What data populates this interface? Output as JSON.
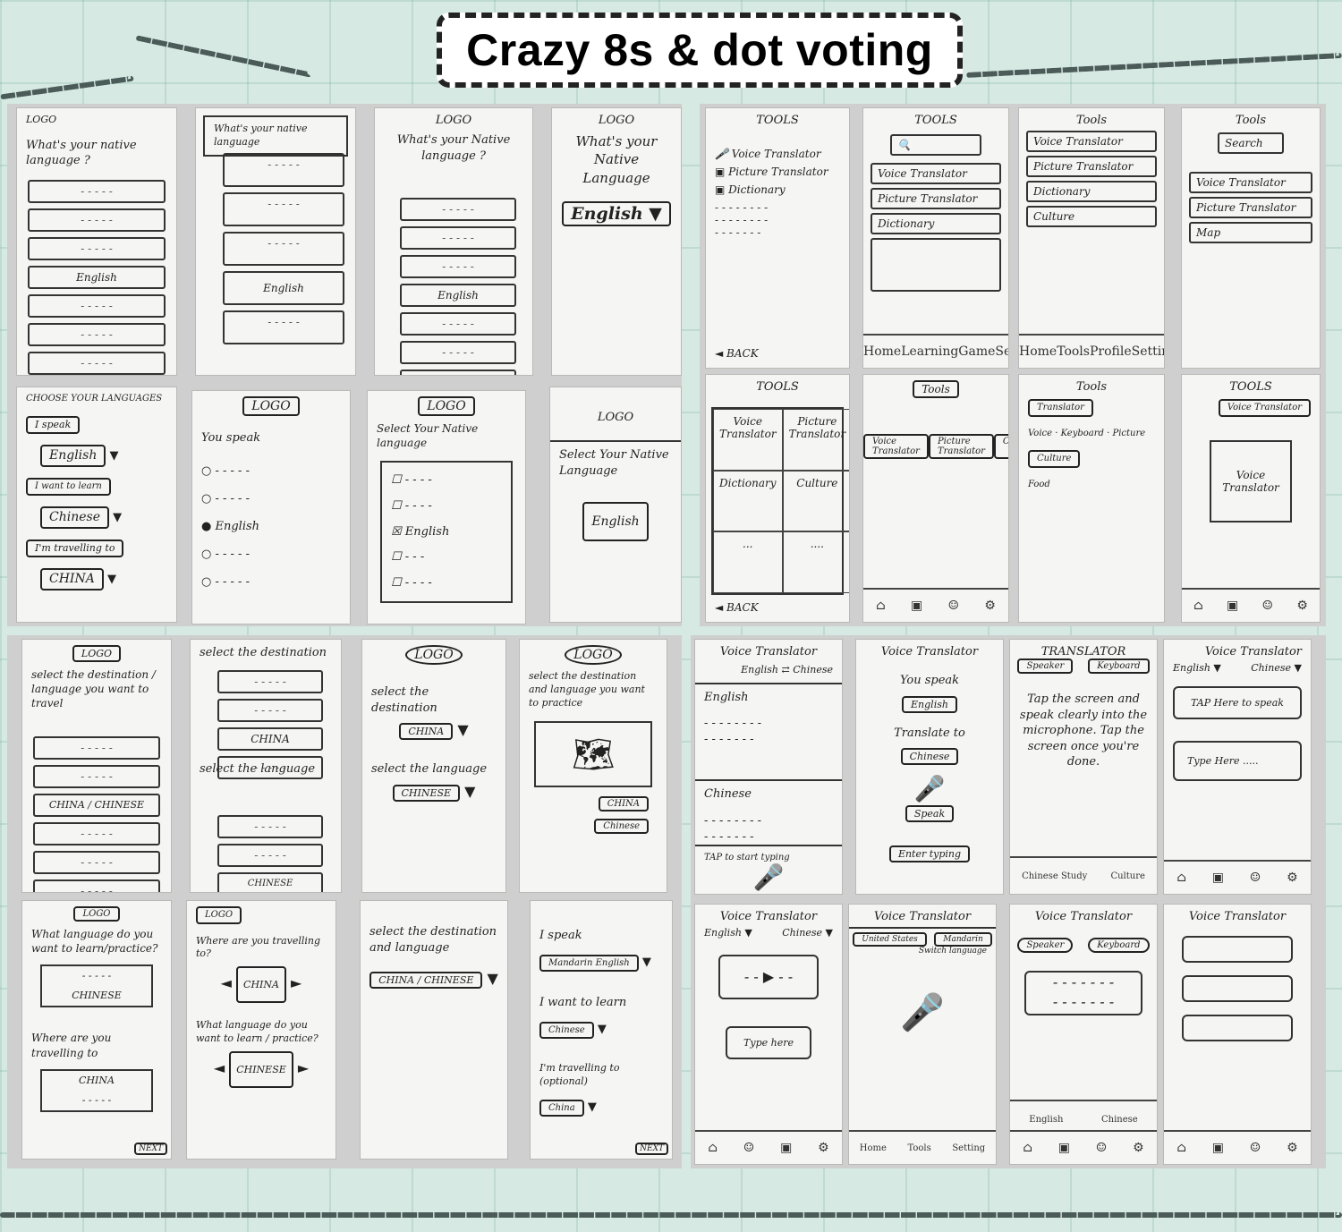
{
  "title": "Crazy 8s & dot voting",
  "quadrants": {
    "q1": {
      "cards": [
        {
          "header": "LOGO",
          "text": "What's your native language ?",
          "highlight": "English"
        },
        {
          "header": "What's your native language",
          "highlight": "English"
        },
        {
          "header": "LOGO",
          "text": "What's your Native language ?",
          "highlight": "English"
        },
        {
          "header": "LOGO",
          "text": "What's your Native Language",
          "select": "English ▼"
        },
        {
          "header": "CHOOSE YOUR LANGUAGES",
          "l1": "I speak",
          "v1": "English",
          "l2": "I want to learn",
          "v2": "Chinese",
          "l3": "I'm travelling to",
          "v3": "CHINA"
        },
        {
          "header": "LOGO",
          "text": "You speak",
          "highlight": "English"
        },
        {
          "header": "LOGO",
          "text": "Select Your Native language",
          "highlight": "English"
        },
        {
          "header": "LOGO",
          "text": "Select Your Native Language",
          "highlight": "English"
        }
      ]
    },
    "q2": {
      "cards": [
        {
          "header": "TOOLS",
          "items": [
            "Voice Translator",
            "Picture Translator",
            "Dictionary"
          ],
          "footer": "◄ BACK"
        },
        {
          "header": "TOOLS",
          "items": [
            "Voice Translator",
            "Picture Translator",
            "Dictionary"
          ],
          "tabs": [
            "Home",
            "Learning",
            "Game",
            "Setting"
          ]
        },
        {
          "header": "Tools",
          "items": [
            "Voice Translator",
            "Picture Translator",
            "Dictionary",
            "Culture"
          ],
          "tabs": [
            "Home",
            "Tools",
            "Profile",
            "Setting"
          ]
        },
        {
          "header": "Tools",
          "search": "Search",
          "items": [
            "Voice Translator",
            "Picture Translator",
            "Map"
          ]
        },
        {
          "header": "TOOLS",
          "cells": [
            "Voice Translator",
            "Picture Translator",
            "Dictionary",
            "Culture",
            "...",
            "...."
          ],
          "footer": "◄ BACK"
        },
        {
          "header": "Tools",
          "items": [
            "Voice Translator",
            "Picture Translator",
            "Culture"
          ]
        },
        {
          "header": "Tools",
          "items": [
            "Translator",
            "Voice",
            "Keyboard",
            "Picture",
            "Culture",
            "Food"
          ]
        },
        {
          "header": "TOOLS",
          "search": "Voice Translator",
          "center": "Voice Translator"
        }
      ]
    },
    "q3": {
      "cards": [
        {
          "header": "LOGO",
          "text": "select the destination / language you want to travel",
          "highlight": "CHINA / CHINESE"
        },
        {
          "text": "select the destination",
          "v1": "CHINA",
          "text2": "select the language",
          "v2": "CHINESE"
        },
        {
          "header": "LOGO",
          "text": "select the destination",
          "v1": "CHINA",
          "text2": "select the language",
          "v2": "CHINESE"
        },
        {
          "header": "LOGO",
          "text": "select the destination and language you want to practice",
          "v1": "CHINA",
          "v2": "Chinese"
        },
        {
          "header": "LOGO",
          "text": "What language do you want to learn/practice?",
          "v1": "CHINESE",
          "text2": "Where are you travelling to",
          "v2": "CHINA",
          "btn": "NEXT"
        },
        {
          "header": "LOGO",
          "text": "Where are you travelling to?",
          "v1": "CHINA",
          "text2": "What language do you want to learn / practice?",
          "v2": "CHINESE"
        },
        {
          "text": "select the destination and language",
          "v1": "CHINA / CHINESE"
        },
        {
          "l1": "I speak",
          "v1": "Mandarin English",
          "l2": "I want to learn",
          "v2": "Chinese",
          "l3": "I'm travelling to (optional)",
          "v3": "China",
          "btn": "NEXT"
        }
      ]
    },
    "q4": {
      "cards": [
        {
          "header": "Voice Translator",
          "sub": "English ⇄ Chinese",
          "l1": "English",
          "l2": "Chinese",
          "footer": "TAP to start typing"
        },
        {
          "header": "Voice Translator",
          "l1": "You speak",
          "v1": "English",
          "l2": "Translate to",
          "v2": "Chinese",
          "btn": "Speak",
          "footer": "Enter typing"
        },
        {
          "header": "TRANSLATOR",
          "tabs": [
            "Speaker",
            "Keyboard"
          ],
          "text": "Tap the screen and speak clearly into the microphone. Tap the screen once you're done.",
          "footer": [
            "Chinese Study",
            "Culture"
          ]
        },
        {
          "header": "Voice Translator",
          "l1": "English ▼",
          "l2": "Chinese ▼",
          "t1": "TAP Here to speak",
          "t2": "Type Here ....."
        },
        {
          "header": "Voice Translator",
          "l1": "English ▼",
          "l2": "Chinese ▼",
          "t2": "Type here"
        },
        {
          "header": "Voice Translator",
          "tabs": [
            "United States",
            "Mandarin"
          ],
          "sub": "Switch language",
          "tabs2": [
            "Home",
            "Tools",
            "Setting"
          ]
        },
        {
          "header": "Voice Translator",
          "tabs": [
            "Speaker",
            "Keyboard"
          ],
          "footer": [
            "English",
            "Chinese"
          ]
        },
        {
          "header": "Voice Translator"
        }
      ]
    }
  }
}
